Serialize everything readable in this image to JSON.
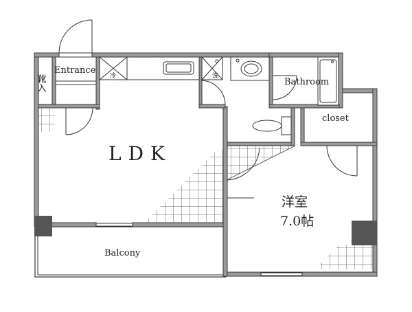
{
  "labels": {
    "ldk": "LDK",
    "bedroom": "洋室",
    "bedroom_size": "7.0帖",
    "balcony": "Balcony",
    "entrance": "Entrance",
    "shoe_box": "靴入",
    "bathroom": "Bathroom",
    "closet": "closet",
    "fridge_mark": "冷",
    "washer_mark": "洗"
  },
  "colors": {
    "wall": "#9a9a9a",
    "wall_edge": "#3a3a3a",
    "line": "#333333",
    "pillar": "#555555"
  }
}
